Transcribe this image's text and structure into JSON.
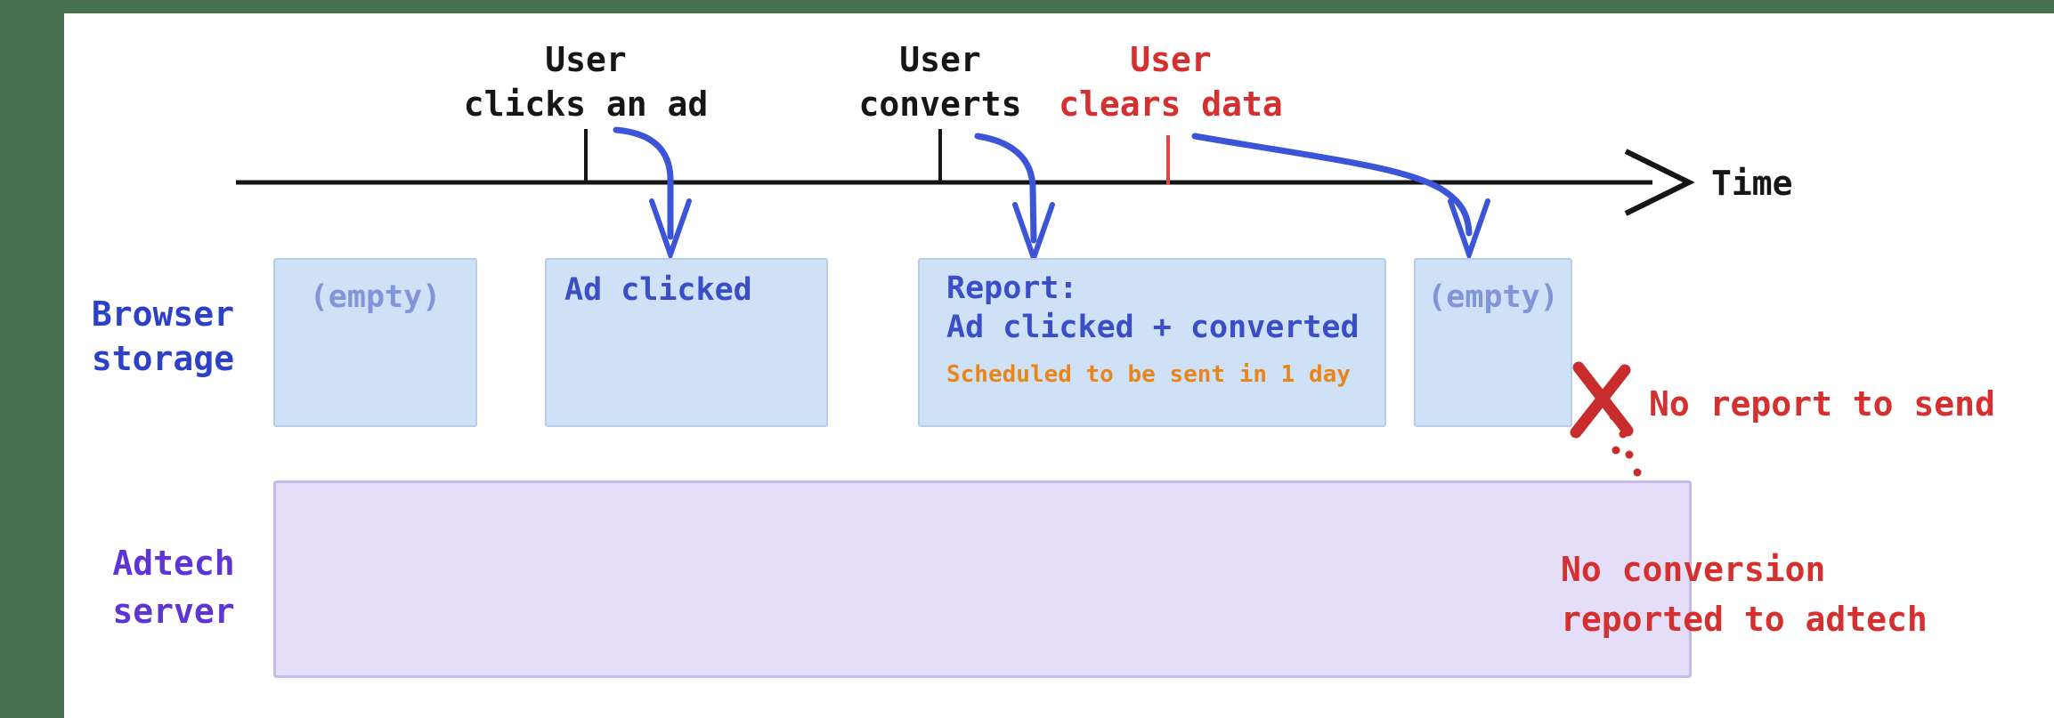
{
  "timeline": {
    "axis_label": "Time",
    "events": [
      {
        "line1": "User",
        "line2": "clicks an ad"
      },
      {
        "line1": "User",
        "line2": "converts"
      },
      {
        "line1": "User",
        "line2": "clears data"
      }
    ]
  },
  "storage": {
    "label_line1": "Browser",
    "label_line2": "storage",
    "boxes": {
      "empty1": "(empty)",
      "clicked": "Ad clicked",
      "report_line1": "Report:",
      "report_line2": "Ad clicked + converted",
      "report_note": "Scheduled to be sent in 1 day",
      "empty2": "(empty)"
    }
  },
  "adtech": {
    "label_line1": "Adtech",
    "label_line2": "server"
  },
  "annotations": {
    "no_report": "No report to send",
    "no_conversion_line1": "No conversion",
    "no_conversion_line2": "reported to adtech"
  },
  "colors": {
    "frame-green": "#47714f",
    "ink": "#161616",
    "red": "#d3302f",
    "red-tick": "#e04545",
    "x-red": "#c92c2c",
    "blue-arrow": "#3c55d8",
    "box-blue-bg": "#cfe1f6",
    "box-blue-border": "#b6cdec",
    "box-text-blue": "#3a4ec8",
    "empty-text": "#8095da",
    "orange": "#e8861c",
    "storage-label": "#2d41c8",
    "lavender-bg": "#e4def8",
    "lavender-border": "#c7baf0",
    "purple-label": "#5e35d4"
  }
}
